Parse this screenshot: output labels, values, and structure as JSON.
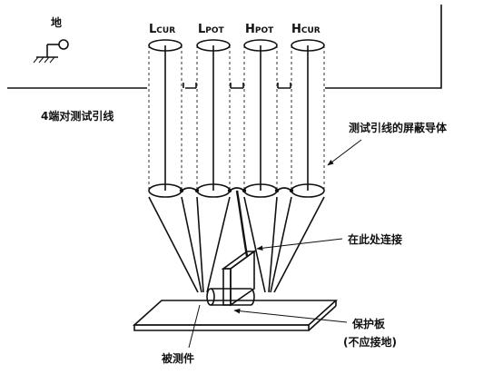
{
  "ground_label": "地",
  "cable_label": "4端对测试引线",
  "shield_label": "测试引线的屏蔽导体",
  "connect_label": "在此处连接",
  "guard_label": "保护板",
  "guard_note": "(不应接地)",
  "dut_label": "被测件",
  "terminals": [
    {
      "main": "L",
      "sub": "CUR"
    },
    {
      "main": "L",
      "sub": "POT"
    },
    {
      "main": "H",
      "sub": "POT"
    },
    {
      "main": "H",
      "sub": "CUR"
    }
  ]
}
